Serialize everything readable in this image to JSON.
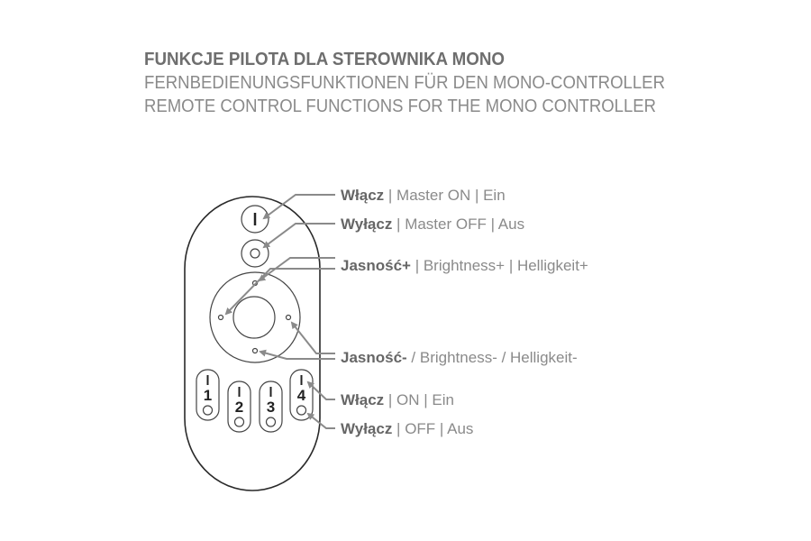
{
  "title": {
    "pl": "FUNKCJE PILOTA DLA STEROWNIKA MONO",
    "de": "FERNBEDIENUNGSFUNKTIONEN FÜR DEN MONO-CONTROLLER",
    "en": "REMOTE CONTROL FUNCTIONS FOR THE MONO CONTROLLER"
  },
  "remote": {
    "on_symbol": "I",
    "zones": [
      "1",
      "2",
      "3",
      "4"
    ]
  },
  "labels": [
    {
      "bold": "Włącz",
      "rest": " | Master ON | Ein"
    },
    {
      "bold": "Wyłącz",
      "rest": " | Master OFF | Aus"
    },
    {
      "bold": "Jasność+",
      "rest": " | Brightness+ | Helligkeit+"
    },
    {
      "bold": "Jasność-",
      "rest": " / Brightness- / Helligkeit-"
    },
    {
      "bold": "Włącz",
      "rest": " | ON | Ein"
    },
    {
      "bold": "Wyłącz",
      "rest": " | OFF | Aus"
    }
  ]
}
